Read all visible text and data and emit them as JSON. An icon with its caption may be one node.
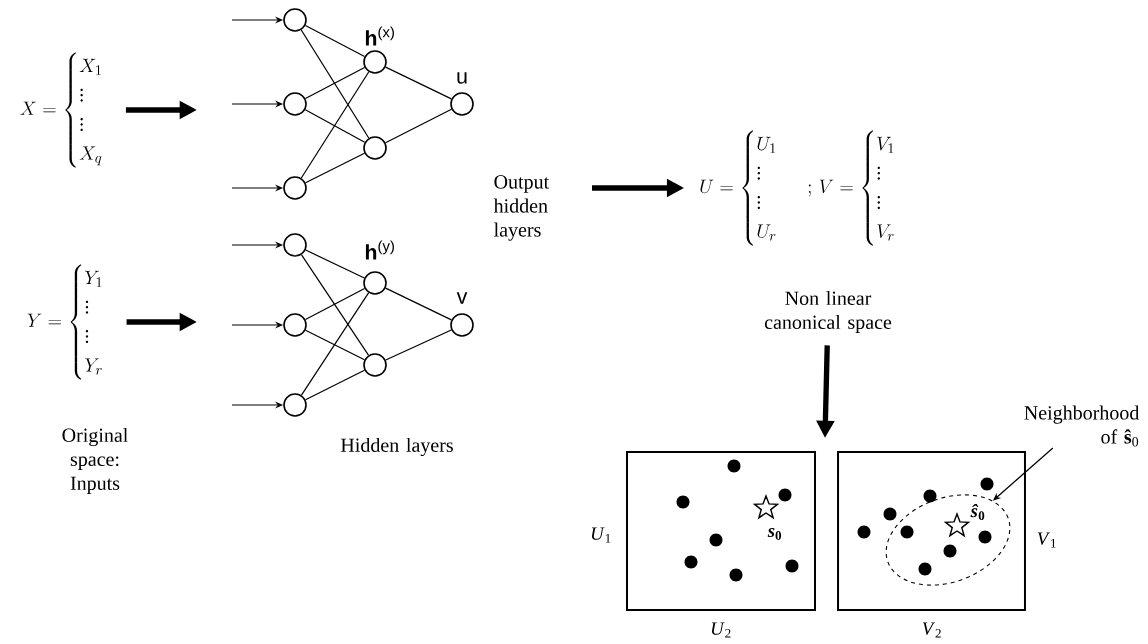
{
  "diagram": {
    "nodes": [
      {
        "text": [
          "X=\\begin{cases}X_1\\\\ \\vdots\\\\ \\vdots\\\\ X_q\\end{cases}"
        ]
      },
      {
        "text": [],
        "shape": "circle"
      },
      {
        "text": [],
        "shape": "circle"
      },
      {
        "text": [],
        "shape": "circle"
      },
      {
        "text": [],
        "shape": "circle",
        "beside": [
          "**h**$^{(x)}$"
        ]
      },
      {
        "text": [],
        "shape": "circle"
      },
      {
        "text": [],
        "shape": "circle",
        "beside": [
          "u"
        ]
      },
      {
        "text": [
          "Y=\\begin{cases}Y_1\\\\ \\vdots\\\\ \\vdots\\\\ Y_r\\end{cases}"
        ]
      },
      {
        "text": [],
        "shape": "circle"
      },
      {
        "text": [],
        "shape": "circle"
      },
      {
        "text": [],
        "shape": "circle"
      },
      {
        "text": [],
        "shape": "circle",
        "beside": [
          "**h**$^{(y)}$"
        ]
      },
      {
        "text": [],
        "shape": "circle"
      },
      {
        "text": [],
        "shape": "circle",
        "beside": [
          "v"
        ]
      },
      {
        "text": [
          "U=\\begin{cases}U_1\\\\ \\vdots\\\\ \\vdots\\\\ U_r\\end{cases}\\;;\\,V=\\begin{cases}V_1\\\\ \\vdots\\\\ \\vdots\\\\ V_r\\end{cases}"
        ]
      },
      {
        "text": [
          "Non linear canonical space"
        ]
      },
      {
        "text": [],
        "shape": "box",
        "beside": [
          "*U*$_{1}$",
          "*U*$_{2}$"
        ]
      },
      {
        "text": [],
        "shape": "box",
        "beside": [
          "*V*$_{1}$",
          "*V*$_{2}$"
        ]
      },
      {
        "text": [],
        "shape": "ellipse",
        "in": 17
      },
      {
        "text": [
          "Neighborhood of **ŝ**$_{0}$"
        ]
      }
    ],
    "edges": [
      {
        "from": 0,
        "to": null,
        "arrow": "to",
        "style": "thick"
      },
      {
        "from": null,
        "to": 1,
        "arrow": "to"
      },
      {
        "from": null,
        "to": 2,
        "arrow": "to"
      },
      {
        "from": null,
        "to": 3,
        "arrow": "to"
      },
      {
        "from": 1,
        "to": 4,
        "arrow": "none"
      },
      {
        "from": 1,
        "to": 5,
        "arrow": "none"
      },
      {
        "from": 2,
        "to": 4,
        "arrow": "none"
      },
      {
        "from": 2,
        "to": 5,
        "arrow": "none"
      },
      {
        "from": 3,
        "to": 4,
        "arrow": "none"
      },
      {
        "from": 3,
        "to": 5,
        "arrow": "none"
      },
      {
        "from": 4,
        "to": 6,
        "arrow": "none"
      },
      {
        "from": 5,
        "to": 6,
        "arrow": "none"
      },
      {
        "from": 7,
        "to": null,
        "arrow": "to",
        "style": "thick"
      },
      {
        "from": null,
        "to": 8,
        "arrow": "to"
      },
      {
        "from": null,
        "to": 9,
        "arrow": "to"
      },
      {
        "from": null,
        "to": 10,
        "arrow": "to"
      },
      {
        "from": 8,
        "to": 11,
        "arrow": "none"
      },
      {
        "from": 8,
        "to": 12,
        "arrow": "none"
      },
      {
        "from": 9,
        "to": 11,
        "arrow": "none"
      },
      {
        "from": 9,
        "to": 12,
        "arrow": "none"
      },
      {
        "from": 10,
        "to": 11,
        "arrow": "none"
      },
      {
        "from": 10,
        "to": 12,
        "arrow": "none"
      },
      {
        "from": 11,
        "to": 13,
        "arrow": "none"
      },
      {
        "from": 12,
        "to": 13,
        "arrow": "none"
      },
      {
        "from": null,
        "to": 14,
        "arrow": "to",
        "style": "thick"
      },
      {
        "from": 15,
        "to": null,
        "arrow": "to",
        "style": "thick"
      },
      {
        "from": 19,
        "to": 18,
        "arrow": "to"
      }
    ],
    "labels": [
      "Output hidden layers",
      "Original space: Inputs",
      "Hidden layers",
      "*s*$_{0}$",
      "*ŝ*$_{0}$"
    ]
  }
}
